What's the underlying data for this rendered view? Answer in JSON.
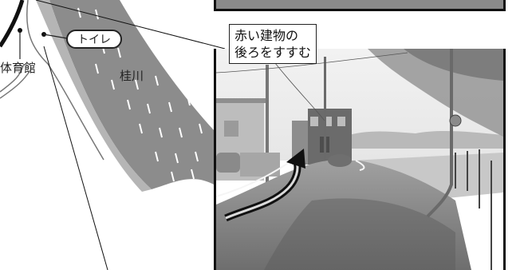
{
  "map": {
    "gym_label": "体育館",
    "river_label": "桂川",
    "toilet_label": "トイレ"
  },
  "photo": {
    "caption_line1": "赤い建物の",
    "caption_line2": "後ろをすすむ"
  }
}
